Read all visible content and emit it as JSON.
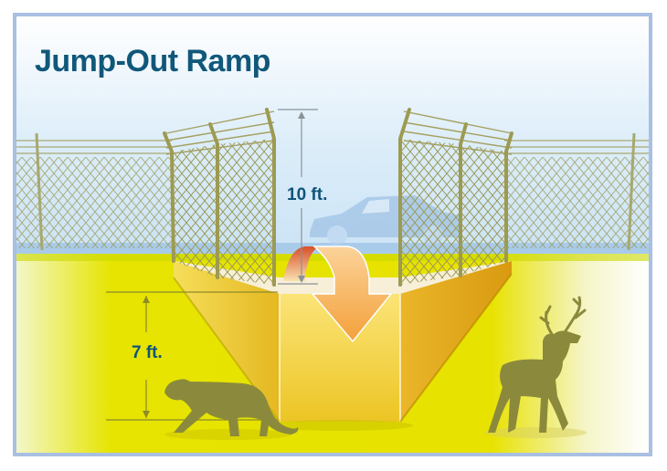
{
  "title": "Jump-Out Ramp",
  "dimensions": {
    "fence_height": "10 ft.",
    "ramp_height": "7 ft."
  },
  "elements": [
    "chain-link fence with barbed wire",
    "car",
    "jump-out ramp",
    "arrow",
    "mountain lion",
    "deer"
  ],
  "colors": {
    "title": "#10587a",
    "frame": "#a9bfe3",
    "sky": "#d9ecf8",
    "ground": "#e6e000",
    "ramp": "#f2c630",
    "arrow": "#f7a94a",
    "animal": "#8a8a3a",
    "fence": "#9a9a55"
  }
}
